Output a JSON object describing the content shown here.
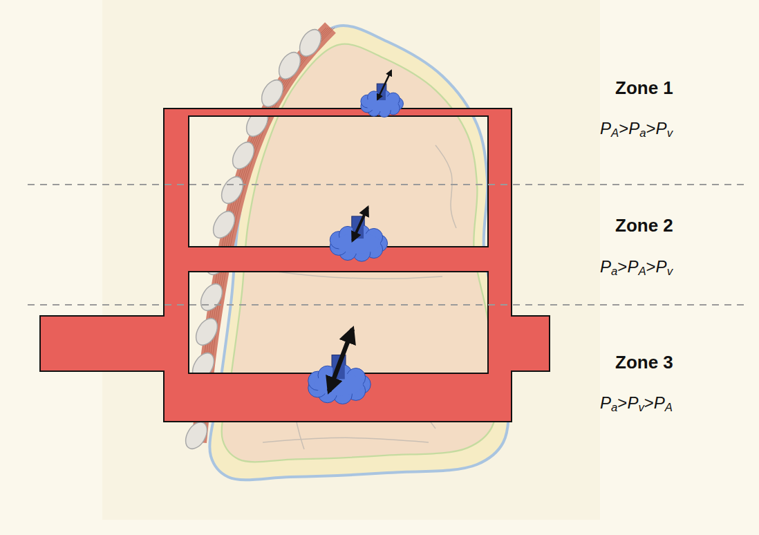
{
  "diagram": {
    "labels": [
      "Zone 1",
      "PA>Pa>Pv",
      "Zone 2",
      "Pa>PA>Pv",
      "Zone 3",
      "Pa>Pv>PA"
    ]
  }
}
